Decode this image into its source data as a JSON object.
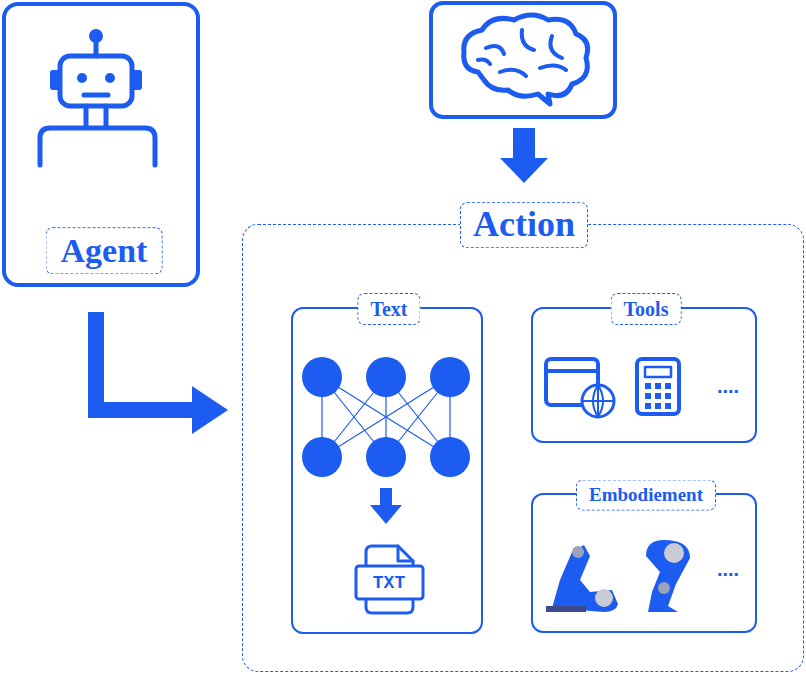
{
  "diagram": {
    "nodes": [
      {
        "text": [
          "Agent"
        ]
      },
      {
        "text": [
          "Action"
        ]
      },
      {
        "text": [
          "Text"
        ],
        "in": 1
      },
      {
        "text": [
          "Tools"
        ],
        "in": 1
      },
      {
        "text": [
          "Embodiement"
        ],
        "in": 1
      }
    ],
    "edges": [
      {
        "from": 0,
        "to": 1,
        "arrow": "to"
      }
    ],
    "labels": [
      "TXT",
      "....",
      "...."
    ]
  }
}
